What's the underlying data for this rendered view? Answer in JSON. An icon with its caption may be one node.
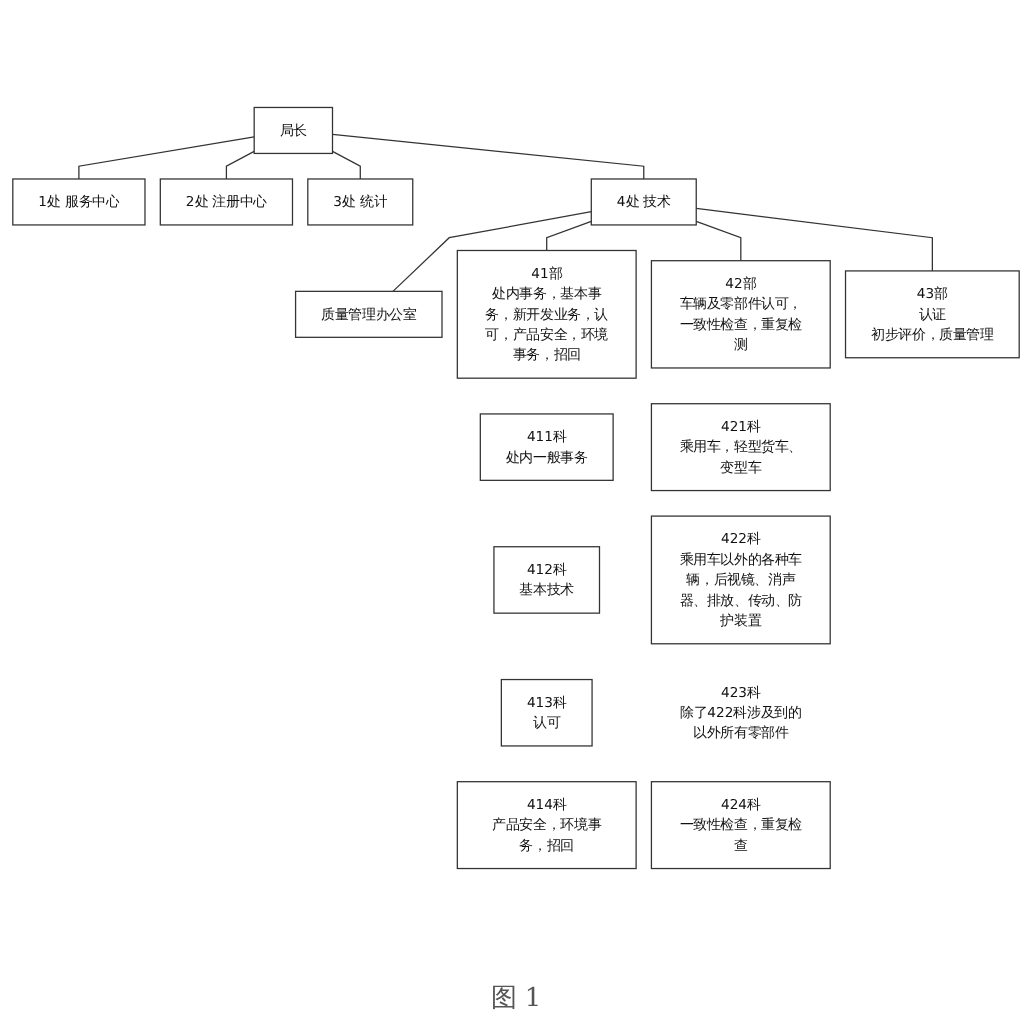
{
  "diagram": {
    "caption": "图 1",
    "nodes": [
      {
        "text": [
          "局长"
        ]
      },
      {
        "text": [
          "1处 服务中心"
        ]
      },
      {
        "text": [
          "2处 注册中心"
        ]
      },
      {
        "text": [
          "3处 统计"
        ]
      },
      {
        "text": [
          "4处 技术"
        ]
      },
      {
        "text": [
          "质量管理办公室"
        ]
      },
      {
        "text": [
          "41部",
          "处内事务，基本事务，新开发业务，认可，产品安全，环境事务，招回"
        ]
      },
      {
        "text": [
          "42部",
          "车辆及零部件认可，一致性检查，重复检测"
        ]
      },
      {
        "text": [
          "43部",
          "认证",
          "初步评价，质量管理"
        ]
      },
      {
        "text": [
          "411科",
          "处内一般事务"
        ]
      },
      {
        "text": [
          "412科",
          "基本技术"
        ]
      },
      {
        "text": [
          "413科",
          "认可"
        ]
      },
      {
        "text": [
          "414科",
          "产品安全，环境事务，招回"
        ]
      },
      {
        "text": [
          "421科",
          "乘用车，轻型货车、变型车"
        ]
      },
      {
        "text": [
          "422科",
          "乘用车以外的各种车辆，后视镜、消声器、排放、传动、防护装置"
        ]
      },
      {
        "text": [
          "423科",
          "除了422科涉及到的以外所有零部件"
        ]
      },
      {
        "text": [
          "424科",
          "一致性检查，重复检查"
        ]
      }
    ],
    "edges": [
      {
        "from": 0,
        "to": 1,
        "arrow": "none"
      },
      {
        "from": 0,
        "to": 2,
        "arrow": "none"
      },
      {
        "from": 0,
        "to": 3,
        "arrow": "none"
      },
      {
        "from": 0,
        "to": 4,
        "arrow": "none"
      },
      {
        "from": 4,
        "to": 5,
        "arrow": "none"
      },
      {
        "from": 4,
        "to": 6,
        "arrow": "none"
      },
      {
        "from": 4,
        "to": 7,
        "arrow": "none"
      },
      {
        "from": 4,
        "to": 8,
        "arrow": "none"
      }
    ]
  }
}
